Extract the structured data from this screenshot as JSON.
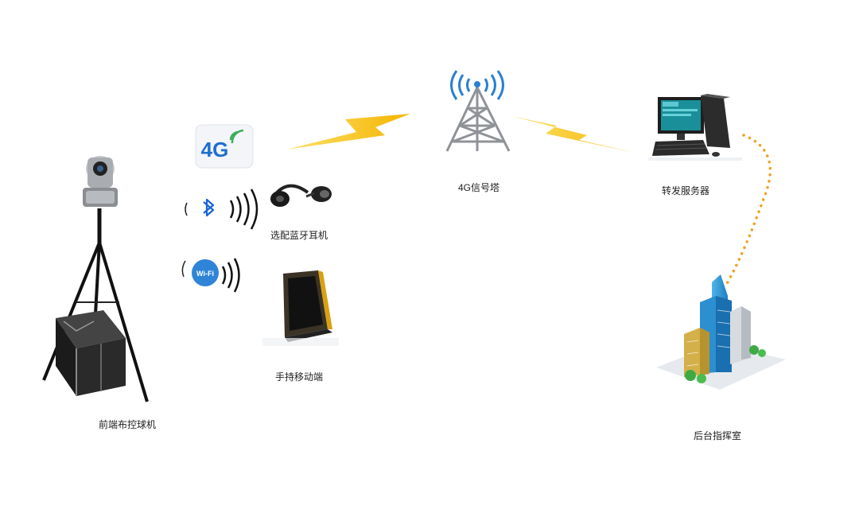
{
  "nodes": {
    "camera": {
      "label": "前端布控球机",
      "icon": "ptz-camera-on-tripod-icon"
    },
    "network_badge": {
      "text": "4G",
      "icon": "4g-badge-icon"
    },
    "headset": {
      "label": "选配蓝牙耳机",
      "icon": "bluetooth-headset-icon"
    },
    "handheld": {
      "label": "手持移动端",
      "icon": "rugged-tablet-icon"
    },
    "tower": {
      "label": "4G信号塔",
      "icon": "signal-tower-icon"
    },
    "server": {
      "label": "转发服务器",
      "icon": "desktop-computer-icon"
    },
    "command_center": {
      "label": "后台指挥室",
      "icon": "office-buildings-icon"
    }
  },
  "links": {
    "bluetooth": {
      "icon": "bluetooth-icon"
    },
    "wifi": {
      "icon": "wifi-icon",
      "text": "Wi-Fi"
    },
    "lightning_color": "#f5c518",
    "dotted_link_color": "#f0a020"
  }
}
